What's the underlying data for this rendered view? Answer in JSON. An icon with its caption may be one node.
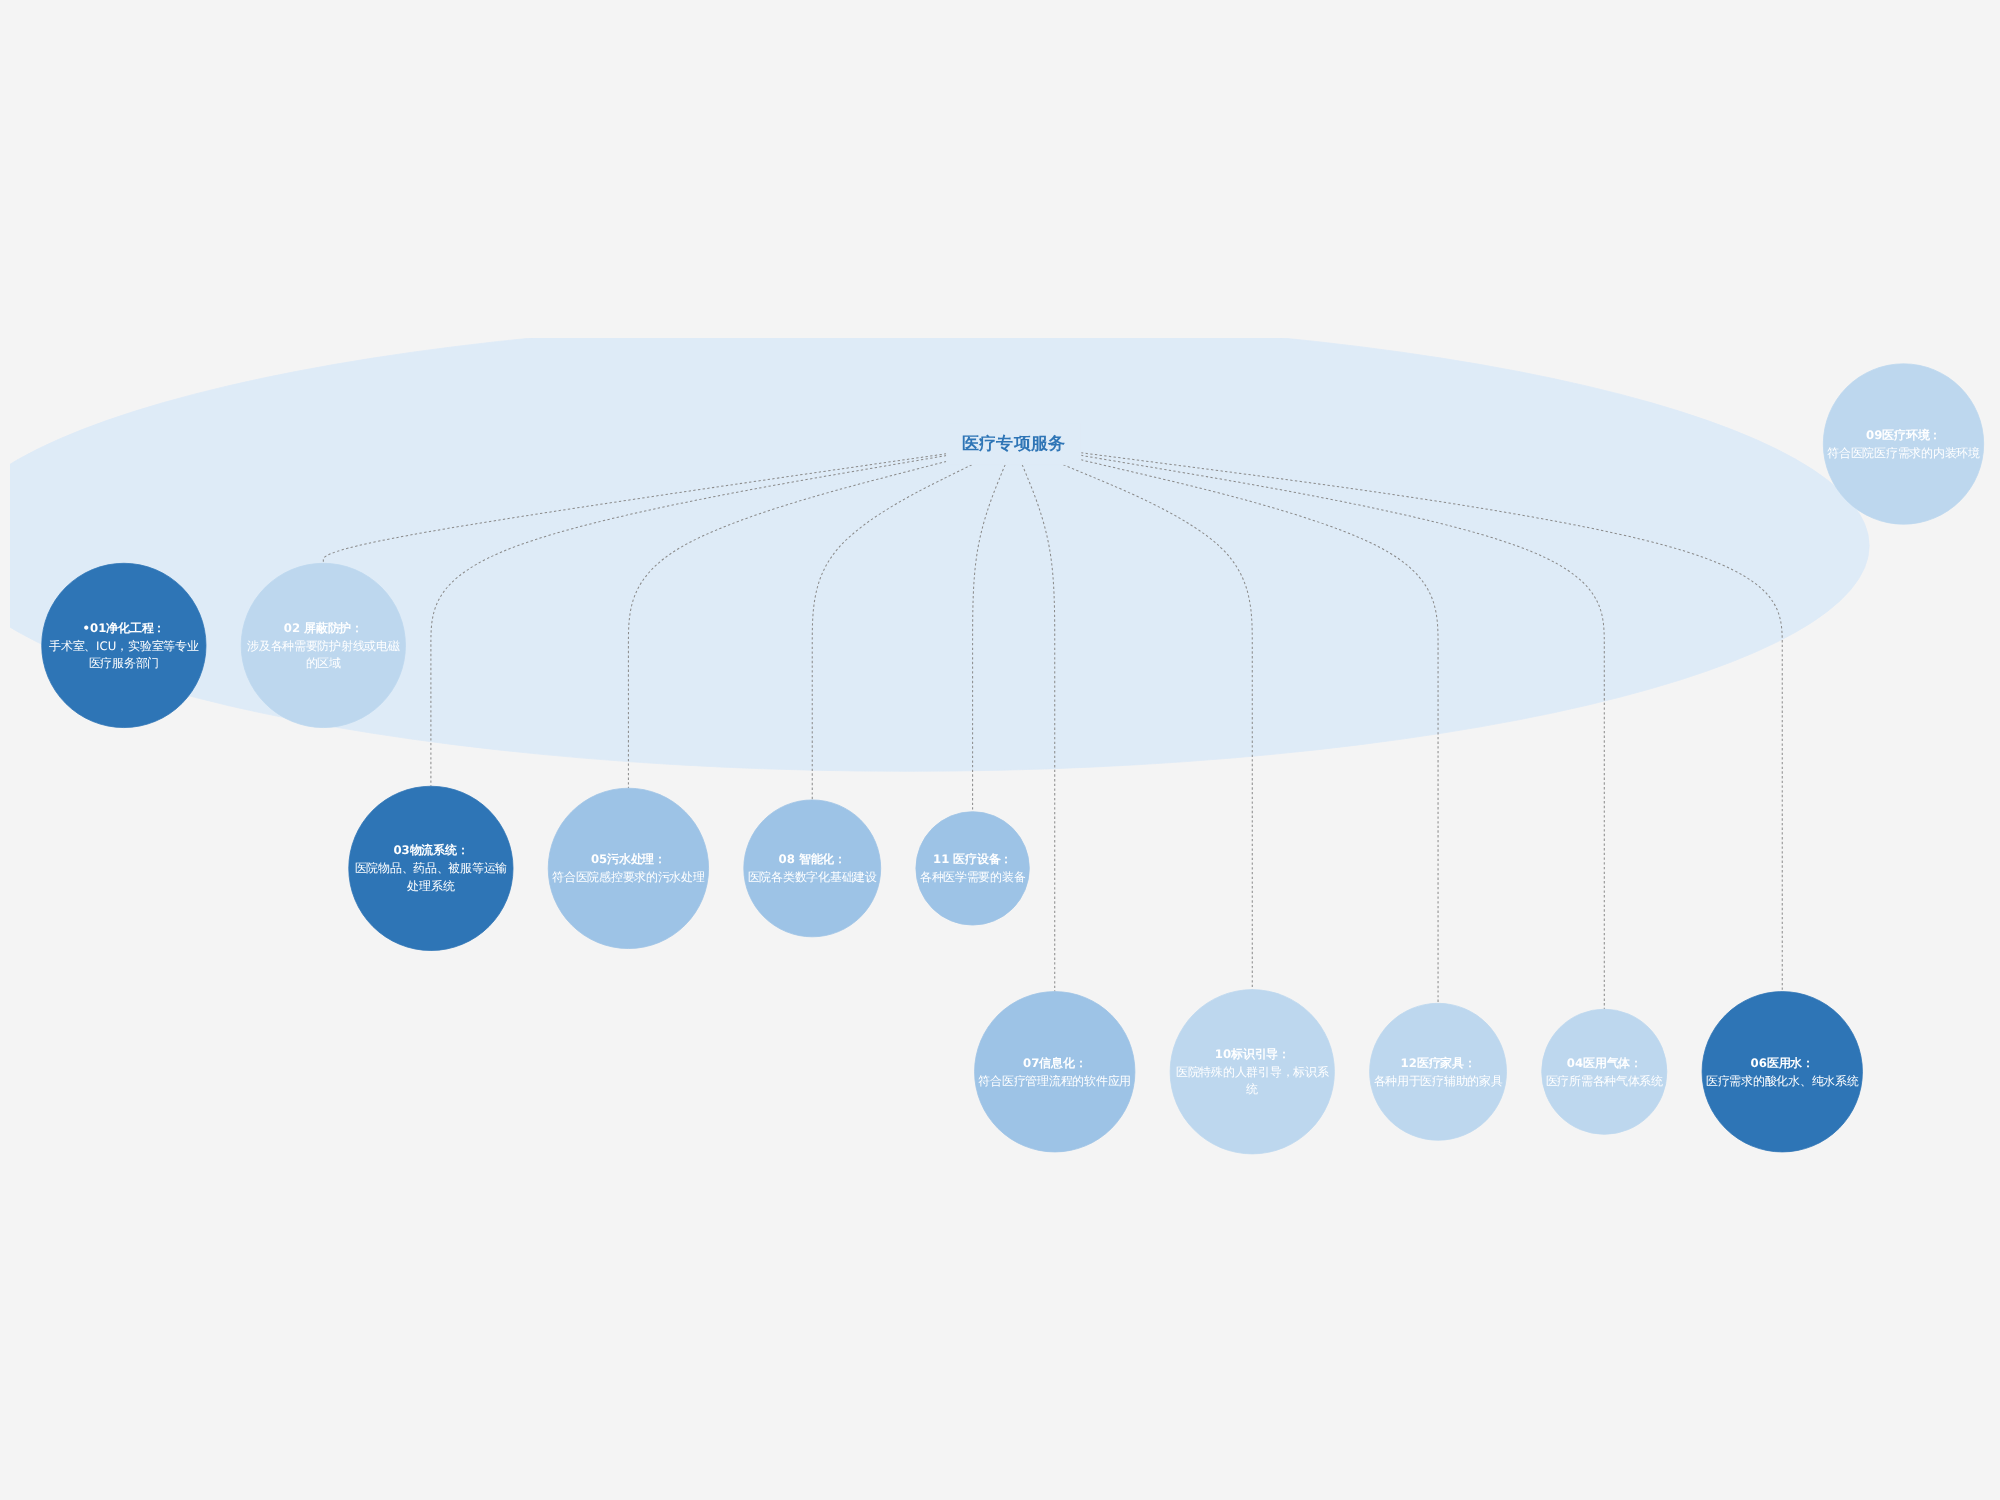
{
  "diagram": {
    "nodes": [
      {
        "text": [],
        "shape": "circle"
      },
      {
        "text": [
          "医疗专项服务"
        ],
        "in": 0
      },
      {
        "text": [
          "•01净化工程：",
          "手术室、ICU，实验室等专业医疗服务部门"
        ],
        "in": 0
      },
      {
        "text": [
          "02 屏蔽防护：",
          "涉及各种需要防护射线或电磁的区域"
        ],
        "in": 0
      },
      {
        "text": [
          "03物流系统：",
          "医院物品、药品、被服等运输处理系统"
        ]
      },
      {
        "text": [
          "04医用气体：",
          "医疗所需各种气体系统"
        ]
      },
      {
        "text": [
          "05污水处理：",
          "符合医院感控要求的污水处理"
        ]
      },
      {
        "text": [
          "06医用水：",
          "医疗需求的酸化水、纯水系统"
        ]
      },
      {
        "text": [
          "07信息化：",
          "符合医疗管理流程的软件应用"
        ]
      },
      {
        "text": [
          "08 智能化：",
          "医院各类数字化基础建设"
        ]
      },
      {
        "text": [
          "09医疗环境：",
          "符合医院医疗需求的内装环境"
        ]
      },
      {
        "text": [
          "10标识引导：",
          "医院特殊的人群引导，标识系统"
        ]
      },
      {
        "text": [
          "11 医疗设备：",
          "各种医学需要的装备"
        ]
      },
      {
        "text": [
          "12医疗家具：",
          "各种用于医疗辅助的家具"
        ]
      }
    ],
    "edges": [
      {
        "from": 1,
        "to": 3,
        "arrow": "none",
        "style": "dashed"
      },
      {
        "from": 1,
        "to": 8,
        "arrow": "none",
        "style": "dashed"
      },
      {
        "from": 1,
        "to": 9,
        "arrow": "none",
        "style": "dashed"
      },
      {
        "from": 1,
        "to": 11,
        "arrow": "none",
        "style": "dashed"
      },
      {
        "from": 1,
        "to": 12,
        "arrow": "none",
        "style": "dashed"
      },
      {
        "from": 1,
        "to": 13,
        "arrow": "none",
        "style": "dashed"
      },
      {
        "from": 1,
        "to": 4,
        "arrow": "none",
        "style": "dashed"
      },
      {
        "from": 1,
        "to": 5,
        "arrow": "none",
        "style": "dashed"
      },
      {
        "from": 1,
        "to": 6,
        "arrow": "none",
        "style": "dashed"
      },
      {
        "from": 1,
        "to": 7,
        "arrow": "none",
        "style": "dashed"
      }
    ]
  }
}
